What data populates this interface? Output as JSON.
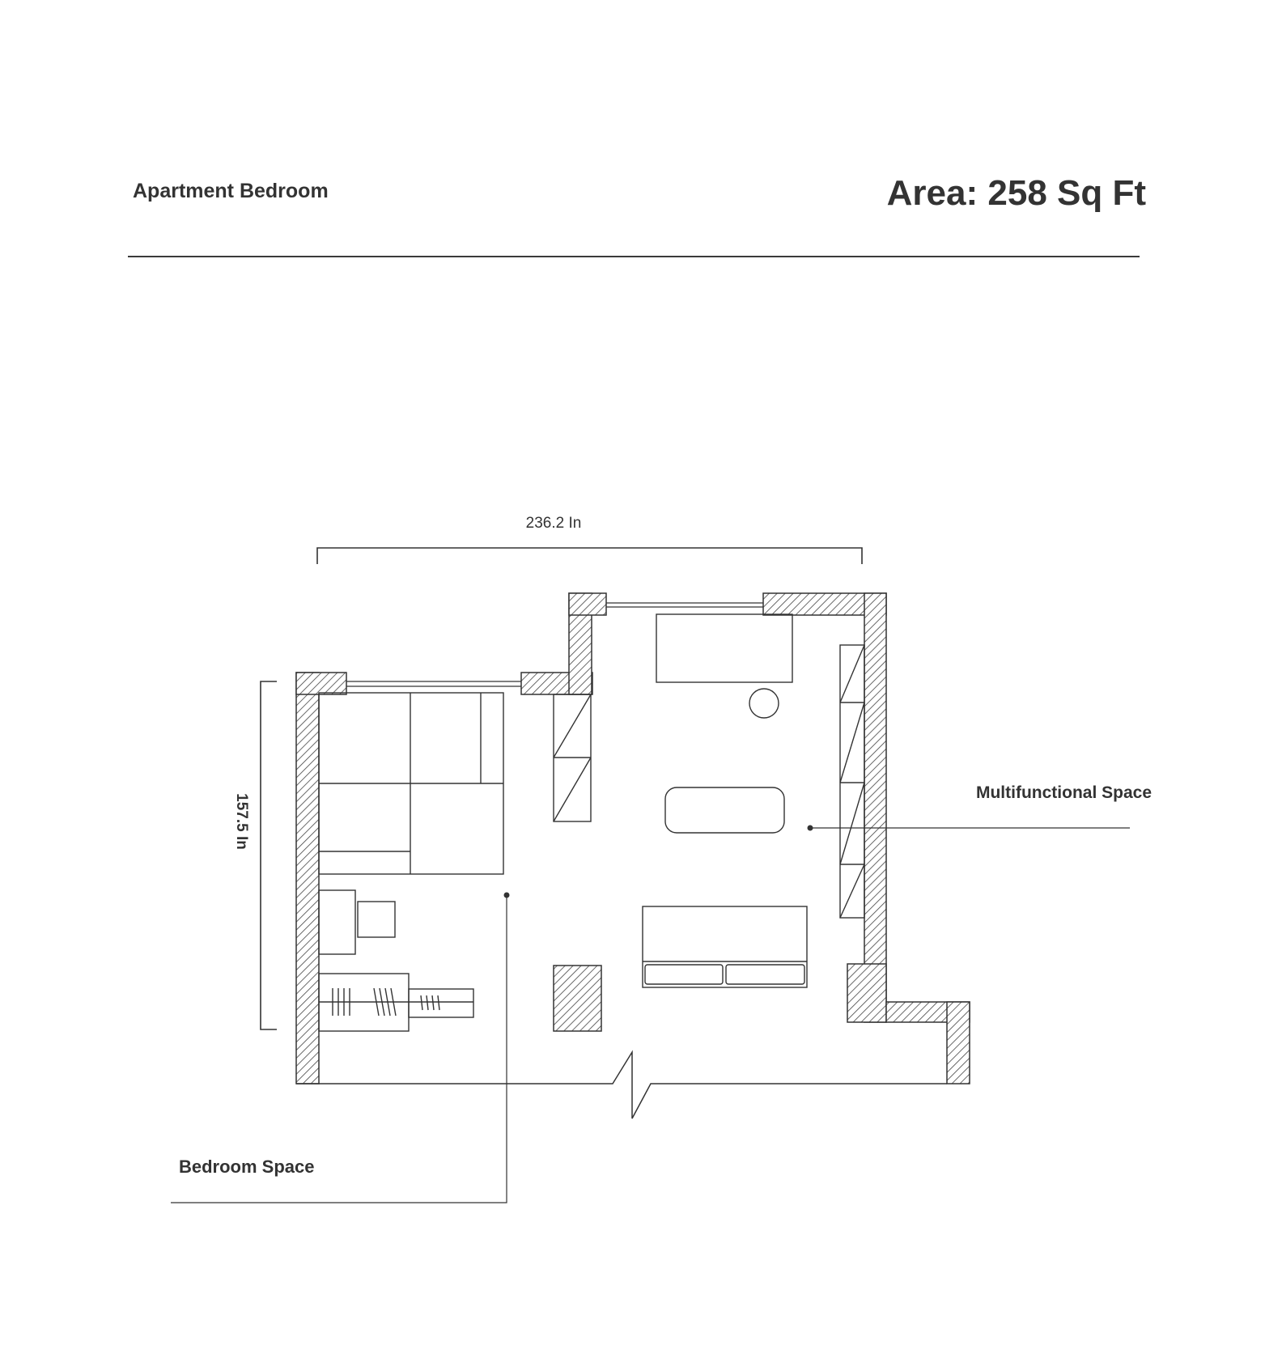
{
  "header": {
    "title": "Apartment Bedroom",
    "area": "Area: 258 Sq Ft"
  },
  "dimensions": {
    "width_label": "236.2 In",
    "height_label": "157.5 In"
  },
  "zones": {
    "multifunctional": "Multifunctional Space",
    "bedroom": "Bedroom Space"
  },
  "colors": {
    "line": "#333333",
    "wall_hatch": "#444444",
    "background": "#ffffff"
  }
}
